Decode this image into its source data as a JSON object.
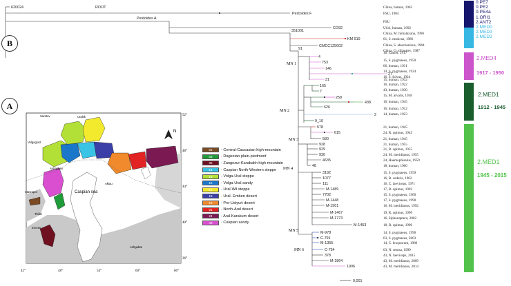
{
  "panels": {
    "a": "A",
    "b": "B"
  },
  "tree": {
    "root": {
      "id": "620024",
      "tag": "ROOT",
      "source": "China, human, 1962"
    },
    "ref_strains": [
      {
        "id": "Pestoides F",
        "source": "FSU, 1984"
      },
      {
        "id": "Pestoides A",
        "source": "FSU"
      },
      {
        "id": "CO92",
        "source": "USA, human, 1992"
      },
      {
        "id": "351001",
        "source": "China, M. himalayana, 1996"
      },
      {
        "id": "KM 919",
        "source": "01, S. musicus, 1986"
      },
      {
        "id": "CMCC125002",
        "source": "China, S. alaschanicus, 1964"
      },
      {
        "id": "91",
        "source": "China, O. siliantiev, 1987"
      }
    ],
    "med4": [
      {
        "id": "",
        "source": "16, Camel, 1917"
      },
      {
        "id": "4",
        "source": "15, S. pygmaeus, 1950"
      },
      {
        "id": "753",
        "source": "06, human, 1931"
      },
      {
        "id": "146",
        "source": "14, S. pygmaeus, 1924"
      },
      {
        "id": "27",
        "source": "16, S. fulvus, 1924"
      },
      {
        "id": "31",
        "source": ""
      }
    ],
    "med1a": [
      {
        "id": "165",
        "source": "15, human, 1932"
      },
      {
        "id": "7",
        "source": "16, human, 1922"
      },
      {
        "id": "258",
        "source": "43, human, 1930"
      },
      {
        "id": "438",
        "source": "15, M. arvalis, 1938"
      },
      {
        "id": "626",
        "source": "16, human, 1945"
      },
      {
        "id": "2",
        "source": "16, human, 1912"
      },
      {
        "id": "9_10",
        "source": "14, human, 1923"
      }
    ],
    "med1b": [
      {
        "id": "578",
        "source": "21, human, 1945"
      },
      {
        "id": "615",
        "source": "24, R. opimus, 1945"
      },
      {
        "id": "580",
        "source": "21, human, 1945"
      },
      {
        "id": "928",
        "source": "21, human, 1955"
      },
      {
        "id": "929",
        "source": "21, R. opimus, 1955"
      },
      {
        "id": "930",
        "source": "24, M. meridianus, 1955"
      },
      {
        "id": "4635",
        "source": "24, Haemophisalus, 1959"
      },
      {
        "id": "48",
        "source": "18, human, 1966"
      },
      {
        "id": "3192",
        "source": "15, S. pygmaeus, 1959"
      },
      {
        "id": "1077",
        "source": "16, R. cederis, 1962"
      },
      {
        "id": "111",
        "source": "16, C. laeviceps, 1971"
      },
      {
        "id": "M-1489",
        "source": "17, R. opimus, 1992"
      },
      {
        "id": "7702",
        "source": "15, S. pygmaeus, 1960"
      },
      {
        "id": "M-1448",
        "source": "17, S. pygmaeus, 1990"
      },
      {
        "id": "M-1501",
        "source": "16, M. meridianus, 1992"
      },
      {
        "id": "M-1467",
        "source": "19, R. opimus, 1990"
      },
      {
        "id": "M-1773",
        "source": "16, Siphonaptera, 2002"
      },
      {
        "id": "M-1453",
        "source": "18, R. opimus, 1990"
      },
      {
        "id": "M-978",
        "source": "14, S. pygmaeus, 1990"
      },
      {
        "id": "C-791",
        "source": "03, S. pygmaeus, 2003"
      },
      {
        "id": "M-1355",
        "source": "14, C. lexquorum, 1986"
      },
      {
        "id": "C-754",
        "source": "03, N. setosa, 1999"
      },
      {
        "id": "378",
        "source": "43, N. laeviceps, 2015"
      },
      {
        "id": "M-1864",
        "source": "43, M. meridianus, 2009"
      },
      {
        "id": "1906",
        "source": "43, M. meridianus, 2014"
      }
    ],
    "mn_labels": [
      "MN 1",
      "MN 2",
      "MN 3",
      "MN 4",
      "MN 5",
      "MN 6"
    ],
    "scale": "0,001"
  },
  "groups": {
    "top": [
      "0.PE7",
      "0.PE2",
      "0.PE4a",
      "1.ORI1",
      "2.ANT2",
      "2.MED0",
      "2.MED3",
      "2.MED2"
    ],
    "med4": {
      "name": "2.MED4",
      "years": "1917 - 1950"
    },
    "med1a": {
      "name": "2.MED1",
      "years": "1912 - 1945"
    },
    "med1b": {
      "name": "2.MED1",
      "years": "1945 - 2015"
    }
  },
  "map": {
    "cities": [
      "Saratov",
      "Uralsk",
      "Volgograd",
      "Astrakhan",
      "Stavropol",
      "Tbilisi",
      "Erevan",
      "Aktau",
      "Ashgabat"
    ],
    "sea": "Caspian sea",
    "lon_ticks": [
      "42°",
      "48°",
      "54°",
      "60°",
      "66°"
    ],
    "lat_ticks": [
      "52°",
      "48°",
      "44°",
      "40°",
      "36°"
    ],
    "north": "N"
  },
  "legend": [
    {
      "code": "01",
      "label": "Central-Caucasian high-mountain",
      "color": "#7a4a22"
    },
    {
      "code": "03",
      "label": "Dagestan plain-piedmont",
      "color": "#1f9b3a"
    },
    {
      "code": "06",
      "label": "Zangezur-Karabakh high-mountain",
      "color": "#6e1020"
    },
    {
      "code": "14",
      "label": "Caspian North-Western steppe",
      "color": "#39c4e6"
    },
    {
      "code": "15",
      "label": "Volga-Ural steppe",
      "color": "#b3e036"
    },
    {
      "code": "16",
      "label": "Volga-Ural sandy",
      "color": "#1a77c9"
    },
    {
      "code": "17",
      "label": "Ural-Wil steppe",
      "color": "#f3ea2e"
    },
    {
      "code": "18",
      "label": "Ural- Emben desert",
      "color": "#3b3fa8"
    },
    {
      "code": "19",
      "label": "Pre-Ustyurt desert",
      "color": "#f08a2c"
    },
    {
      "code": "21",
      "label": "North-Aral desert",
      "color": "#e22323"
    },
    {
      "code": "24",
      "label": "Aral-Karakum desert",
      "color": "#7b1a52"
    },
    {
      "code": "43",
      "label": "Caspian sandy",
      "color": "#d94fd0"
    }
  ],
  "colors": {
    "med4": "#cc55cc",
    "med1a": "#1a5e2e",
    "med1b": "#52c24a",
    "top_dark": "#15166b",
    "top_light": "#36b8e2"
  }
}
